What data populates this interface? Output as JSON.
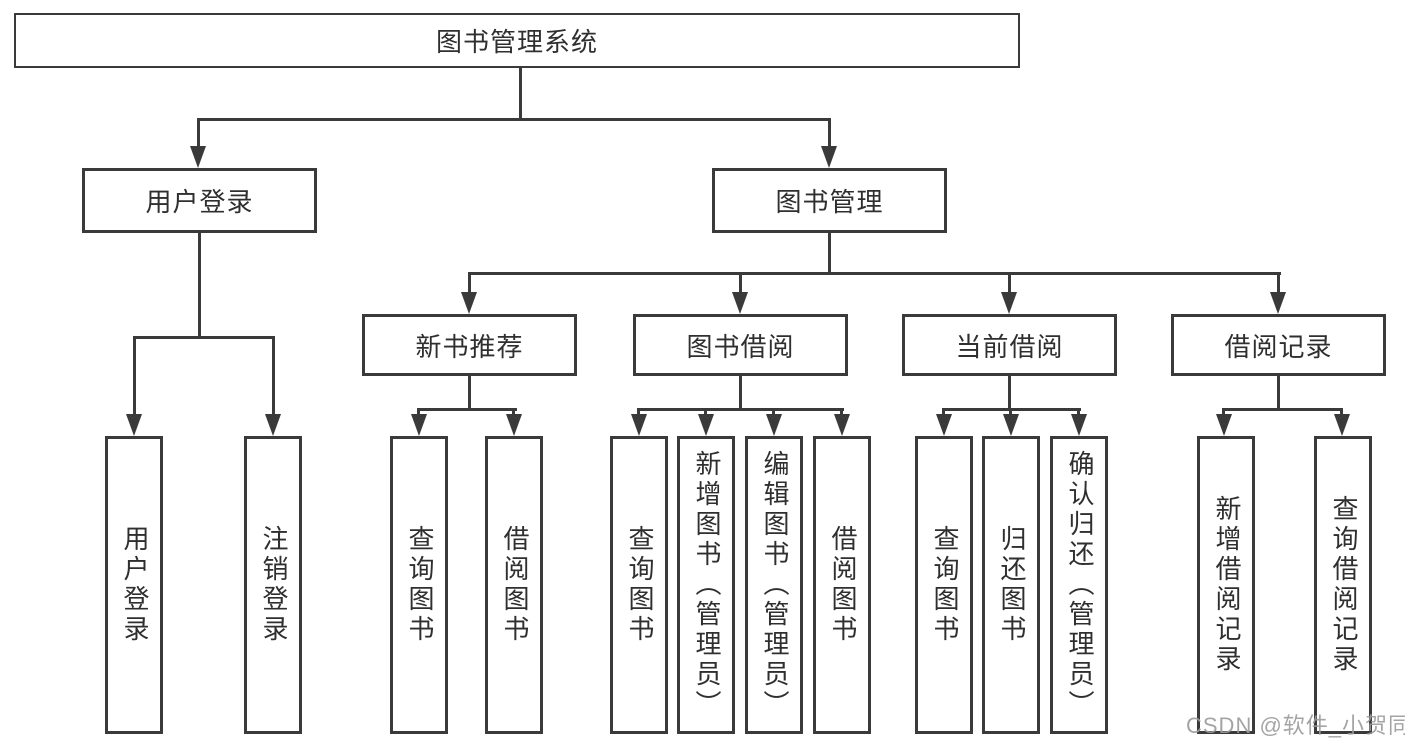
{
  "colors": {
    "line": "#3a3a3a",
    "text": "#2f2f2f",
    "watermark": "#9b9b9b",
    "background": "#ffffff"
  },
  "diagram": {
    "title": "图书管理系统",
    "level2": {
      "user_login": "用户登录",
      "book_management": "图书管理"
    },
    "level3": {
      "new_book_recommend": "新书推荐",
      "book_borrow": "图书借阅",
      "current_borrow": "当前借阅",
      "borrow_records": "借阅记录"
    },
    "leaves": {
      "user_login": [
        "用户登录",
        "注销登录"
      ],
      "new_book_recommend": [
        "查询图书",
        "借阅图书"
      ],
      "book_borrow": [
        "查询图书",
        "新增图书（管理员）",
        "编辑图书（管理员）",
        "借阅图书"
      ],
      "current_borrow": [
        "查询图书",
        "归还图书",
        "确认归还（管理员）"
      ],
      "borrow_records": [
        "新增借阅记录",
        "查询借阅记录"
      ]
    },
    "watermark": "CSDN @软件_小贺同学"
  }
}
